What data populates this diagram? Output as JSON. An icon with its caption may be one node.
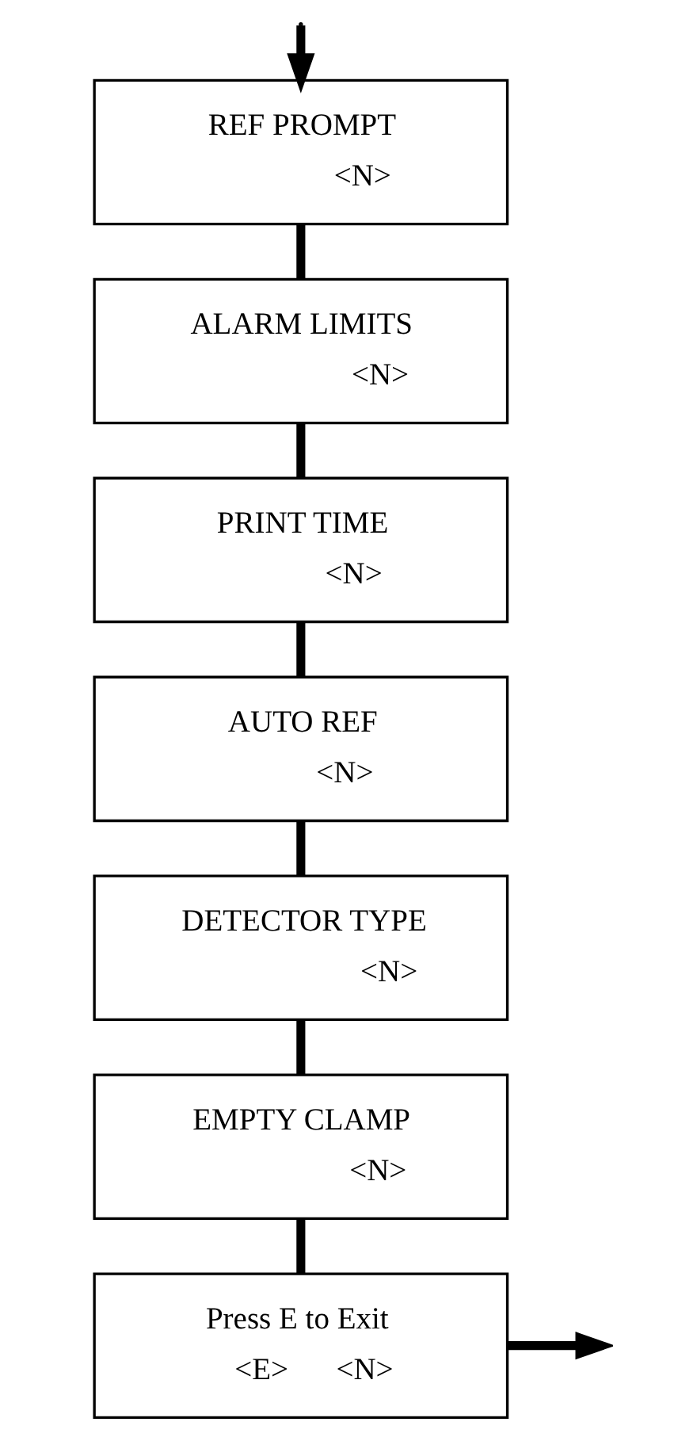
{
  "diagram": {
    "nodes": [
      {
        "text": [
          "REF PROMPT",
          "<N>"
        ]
      },
      {
        "text": [
          "ALARM LIMITS",
          "<N>"
        ]
      },
      {
        "text": [
          "PRINT TIME",
          "<N>"
        ]
      },
      {
        "text": [
          "AUTO REF",
          "<N>"
        ]
      },
      {
        "text": [
          "DETECTOR TYPE",
          "<N>"
        ]
      },
      {
        "text": [
          "EMPTY CLAMP",
          "<N>"
        ]
      },
      {
        "text": [
          "Press E to Exit",
          "<E>",
          "<N>"
        ]
      }
    ],
    "edges": [
      {
        "from": null,
        "to": 0,
        "arrow": "to"
      },
      {
        "from": 0,
        "to": 1,
        "arrow": "none"
      },
      {
        "from": 1,
        "to": 2,
        "arrow": "none"
      },
      {
        "from": 2,
        "to": 3,
        "arrow": "none"
      },
      {
        "from": 3,
        "to": 4,
        "arrow": "none"
      },
      {
        "from": 4,
        "to": 5,
        "arrow": "none"
      },
      {
        "from": 5,
        "to": 6,
        "arrow": "none"
      },
      {
        "from": 6,
        "to": null,
        "arrow": "to"
      }
    ]
  }
}
